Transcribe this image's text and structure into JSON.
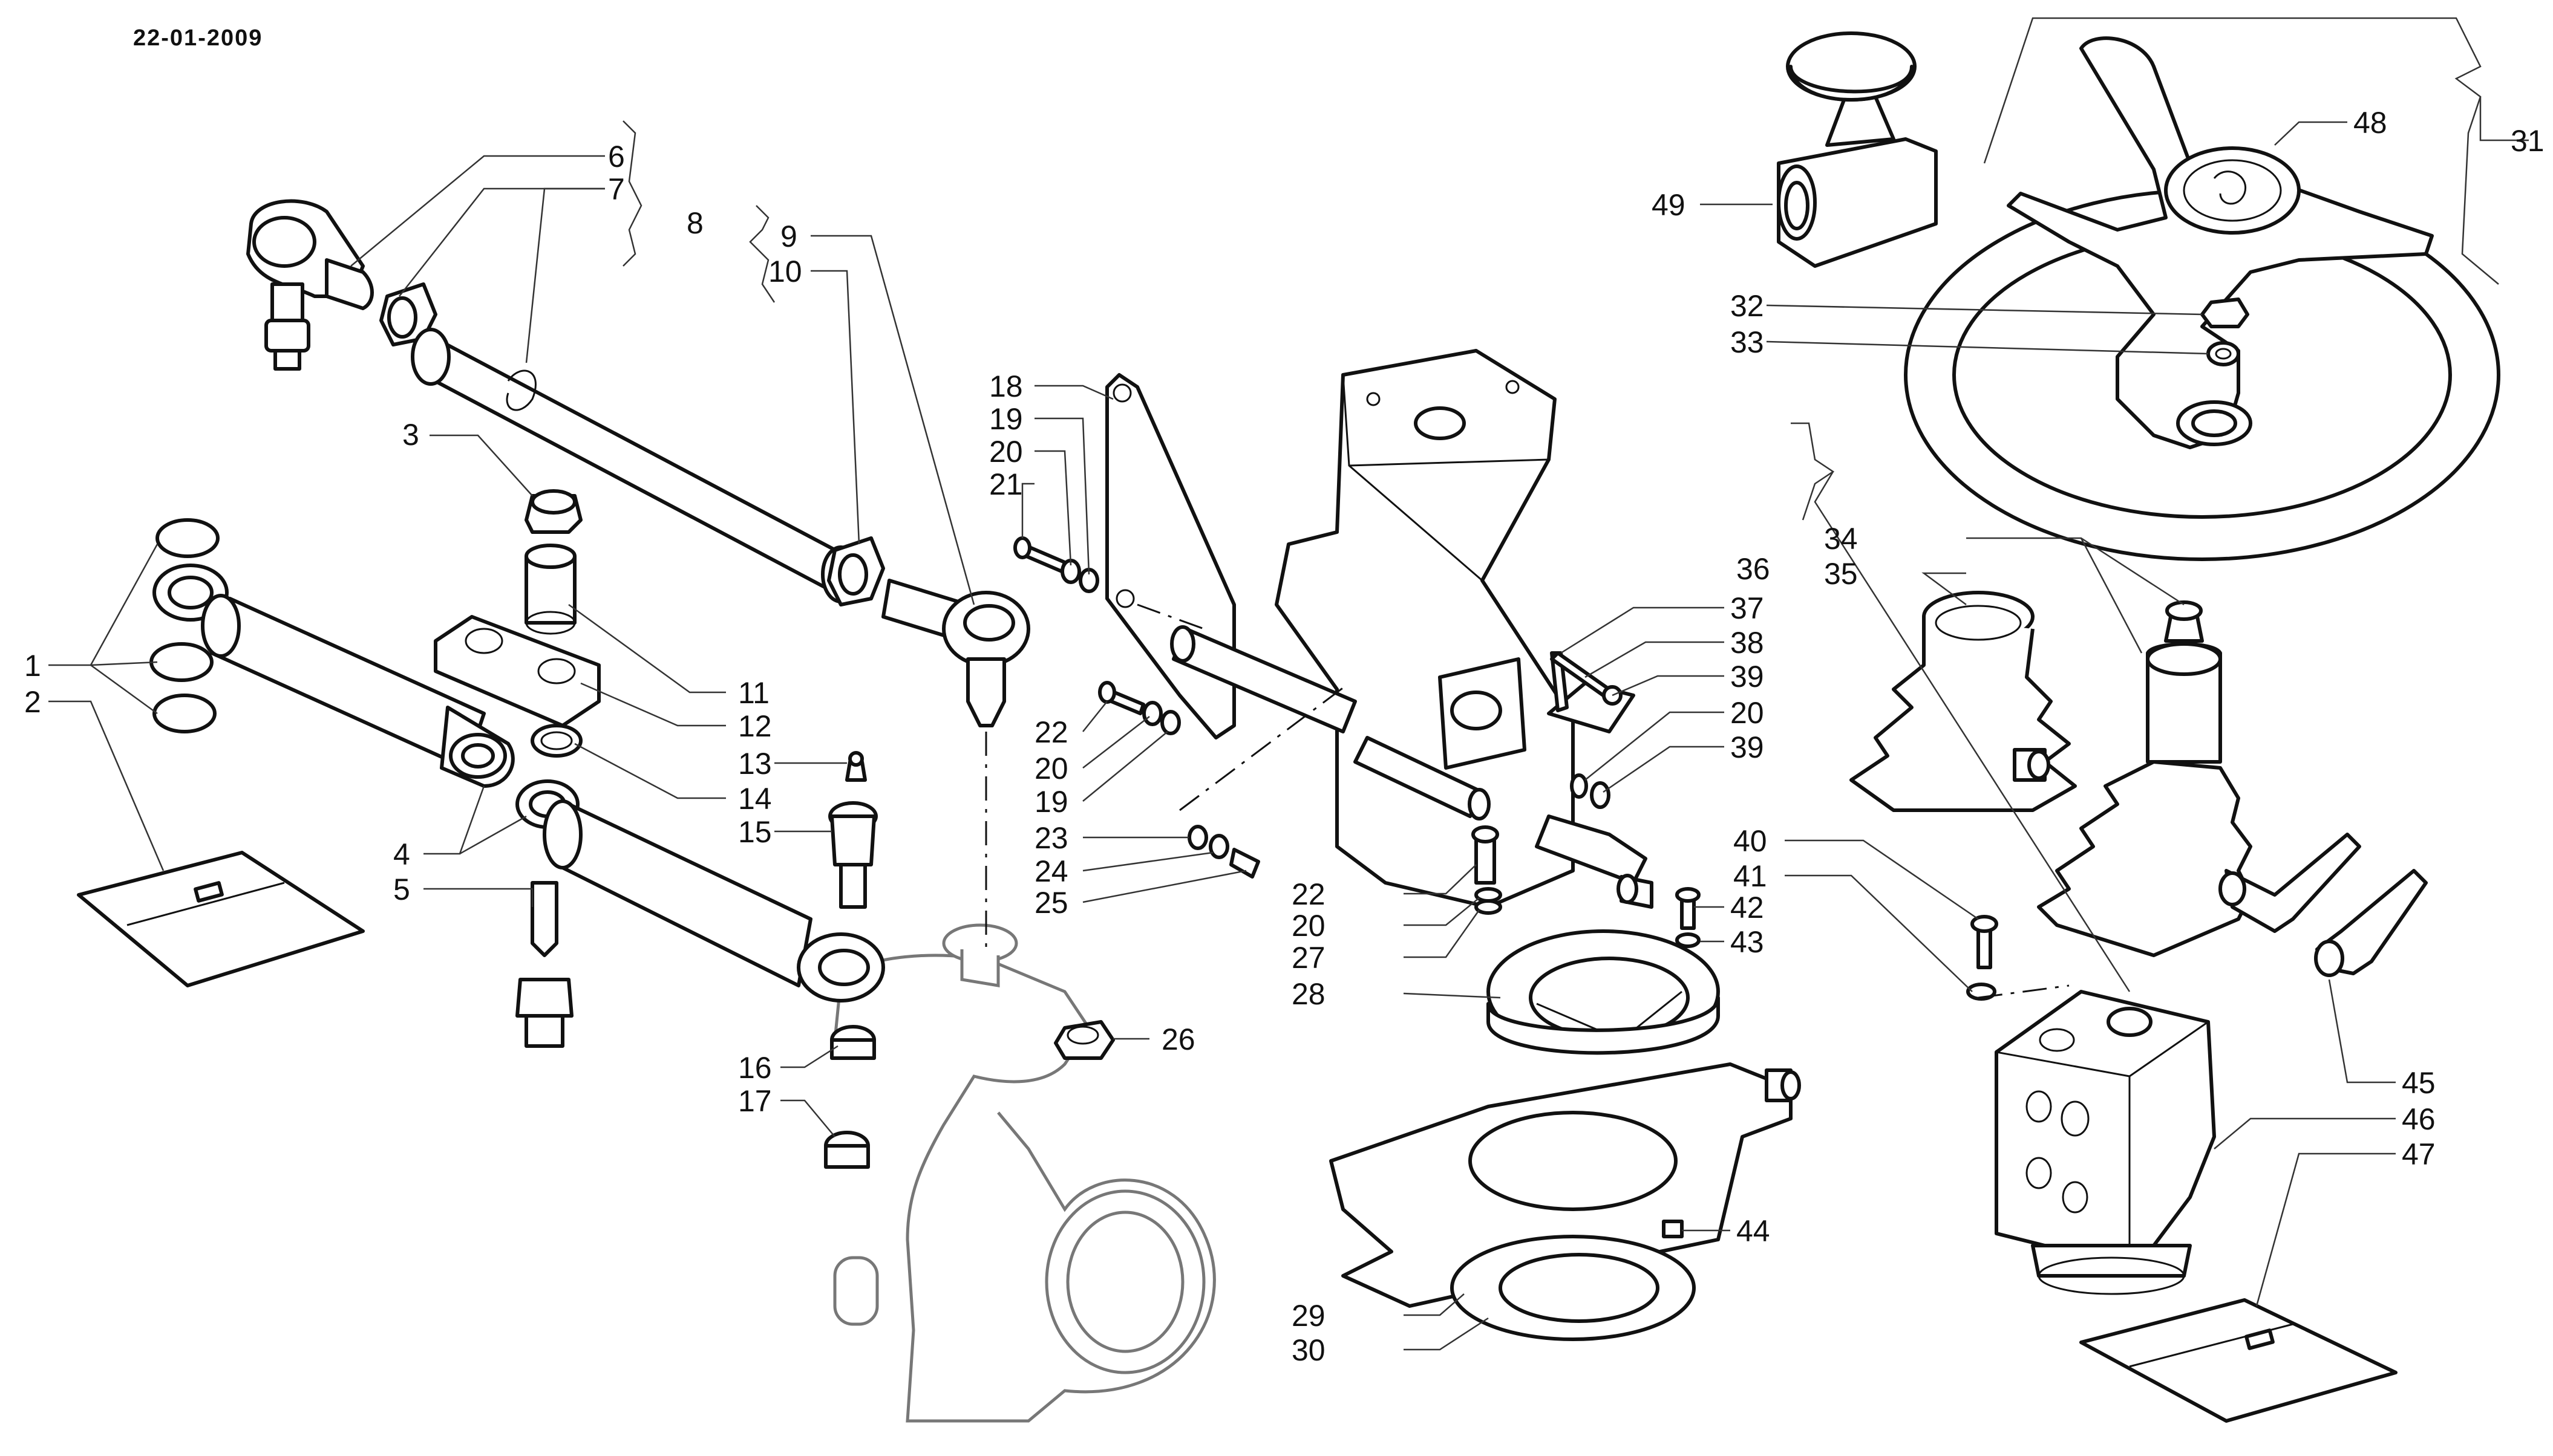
{
  "drawing": {
    "date": "22-01-2009",
    "callouts": {
      "c1": "1",
      "c2": "2",
      "c3": "3",
      "c4": "4",
      "c5": "5",
      "c6": "6",
      "c7": "7",
      "c8": "8",
      "c9": "9",
      "c10": "10",
      "c11": "11",
      "c12": "12",
      "c13": "13",
      "c14": "14",
      "c15": "15",
      "c16": "16",
      "c17": "17",
      "c18": "18",
      "c19": "19",
      "c20": "20",
      "c21": "21",
      "c22": "22",
      "c23": "23",
      "c24": "24",
      "c25": "25",
      "c26": "26",
      "c27": "27",
      "c28": "28",
      "c29": "29",
      "c30": "30",
      "c31": "31",
      "c32": "32",
      "c33": "33",
      "c34": "34",
      "c35": "35",
      "c36": "36",
      "c37": "37",
      "c38": "38",
      "c39": "39",
      "c40": "40",
      "c41": "41",
      "c42": "42",
      "c43": "43",
      "c44": "44",
      "c45": "45",
      "c46": "46",
      "c47": "47",
      "c48": "48",
      "c49": "49"
    }
  }
}
